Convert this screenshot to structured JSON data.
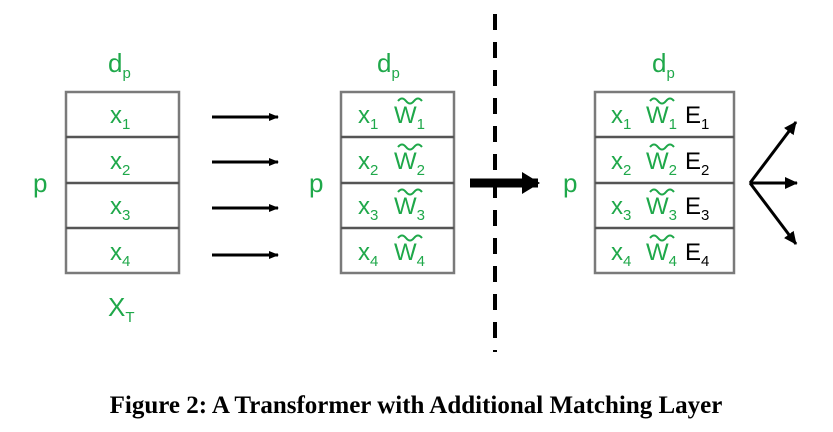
{
  "colors": {
    "green": "#1fa84a",
    "box_border": "#7a7a7a",
    "black": "#000000"
  },
  "left": {
    "dim_top": "d",
    "dim_top_sub": "p",
    "dim_side": "p",
    "rows": [
      {
        "x": "x",
        "i": "1"
      },
      {
        "x": "x",
        "i": "2"
      },
      {
        "x": "x",
        "i": "3"
      },
      {
        "x": "x",
        "i": "4"
      }
    ],
    "bottom_label": "X",
    "bottom_label_sub": "T"
  },
  "middle": {
    "dim_top": "d",
    "dim_top_sub": "p",
    "dim_side": "p",
    "rows": [
      {
        "x": "x",
        "i": "1",
        "w": "W",
        "wi": "1"
      },
      {
        "x": "x",
        "i": "2",
        "w": "W",
        "wi": "2"
      },
      {
        "x": "x",
        "i": "3",
        "w": "W",
        "wi": "3"
      },
      {
        "x": "x",
        "i": "4",
        "w": "W",
        "wi": "4"
      }
    ]
  },
  "right": {
    "dim_top": "d",
    "dim_top_sub": "p",
    "dim_side": "p",
    "rows": [
      {
        "x": "x",
        "i": "1",
        "w": "W",
        "wi": "1",
        "e": "E",
        "ei": "1"
      },
      {
        "x": "x",
        "i": "2",
        "w": "W",
        "wi": "2",
        "e": "E",
        "ei": "2"
      },
      {
        "x": "x",
        "i": "3",
        "w": "W",
        "wi": "3",
        "e": "E",
        "ei": "3"
      },
      {
        "x": "x",
        "i": "4",
        "w": "W",
        "wi": "4",
        "e": "E",
        "ei": "4"
      }
    ]
  },
  "caption": "Figure 2: A Transformer with Additional Matching Layer"
}
